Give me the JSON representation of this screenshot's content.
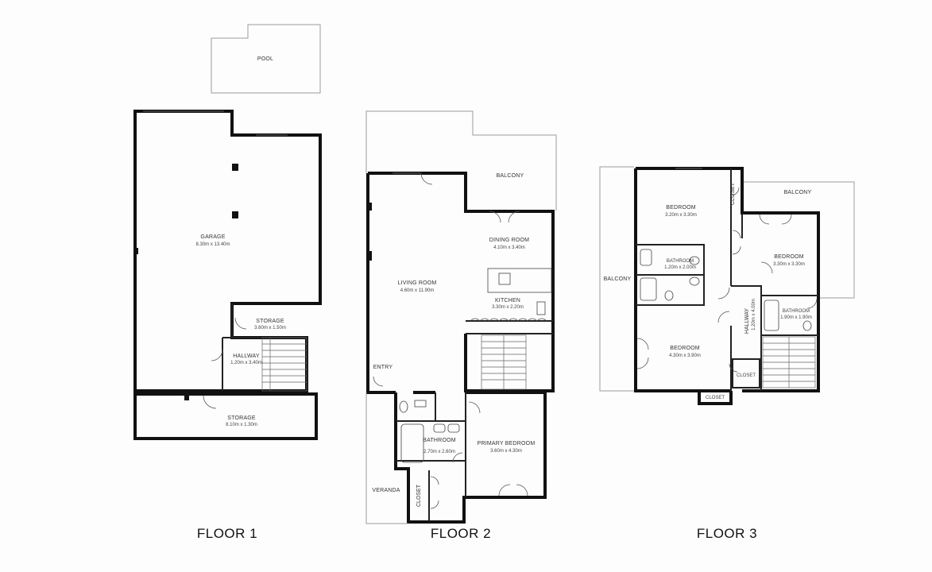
{
  "floors": [
    {
      "title": "FLOOR 1",
      "rooms": [
        {
          "name": "POOL",
          "dims": ""
        },
        {
          "name": "GARAGE",
          "dims": "8.30m x 13.40m"
        },
        {
          "name": "STORAGE",
          "dims": "3.60m x 1.50m"
        },
        {
          "name": "HALLWAY",
          "dims": "1.20m x 3.40m"
        },
        {
          "name": "STORAGE",
          "dims": "8.10m x 1.30m"
        }
      ]
    },
    {
      "title": "FLOOR 2",
      "rooms": [
        {
          "name": "BALCONY",
          "dims": ""
        },
        {
          "name": "DINING ROOM",
          "dims": "4.10m x 3.40m"
        },
        {
          "name": "LIVING ROOM",
          "dims": "4.60m x 11.90m"
        },
        {
          "name": "KITCHEN",
          "dims": "3.30m x 2.20m"
        },
        {
          "name": "ENTRY",
          "dims": ""
        },
        {
          "name": "BATHROOM",
          "dims": "2.70m x 2.60m"
        },
        {
          "name": "PRIMARY BEDROOM",
          "dims": "3.60m x 4.30m"
        },
        {
          "name": "VERANDA",
          "dims": ""
        },
        {
          "name": "CLOSET",
          "dims": ""
        }
      ]
    },
    {
      "title": "FLOOR 3",
      "rooms": [
        {
          "name": "BEDROOM",
          "dims": "3.20m x 3.30m"
        },
        {
          "name": "CLOSET",
          "dims": ""
        },
        {
          "name": "BALCONY",
          "dims": ""
        },
        {
          "name": "BALCONY",
          "dims": ""
        },
        {
          "name": "BEDROOM",
          "dims": "3.30m x 3.30m"
        },
        {
          "name": "BATHROOM",
          "dims": "1.20m x 2.00m"
        },
        {
          "name": "HALLWAY",
          "dims": "1.20m x 4.00m"
        },
        {
          "name": "BATHROOM",
          "dims": "1.90m x 1.90m"
        },
        {
          "name": "BEDROOM",
          "dims": "4.30m x 3.90m"
        },
        {
          "name": "CLOSET",
          "dims": ""
        },
        {
          "name": "CLOSET",
          "dims": ""
        }
      ]
    }
  ]
}
